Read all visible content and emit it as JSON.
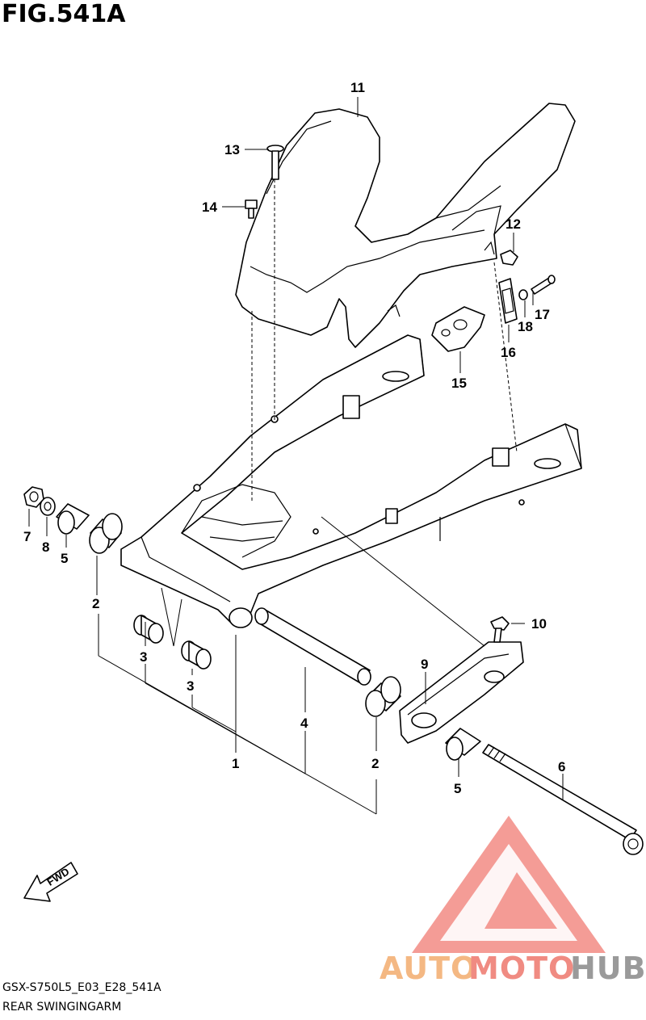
{
  "figure": {
    "title": "FIG.541A",
    "code": "GSX-S750L5_E03_E28_541A",
    "name": "REAR SWINGINGARM"
  },
  "direction_marker": "FWD",
  "part_labels": [
    {
      "id": "label-1",
      "text": "1"
    },
    {
      "id": "label-2a",
      "text": "2"
    },
    {
      "id": "label-2b",
      "text": "2"
    },
    {
      "id": "label-3a",
      "text": "3"
    },
    {
      "id": "label-3b",
      "text": "3"
    },
    {
      "id": "label-4",
      "text": "4"
    },
    {
      "id": "label-5a",
      "text": "5"
    },
    {
      "id": "label-5b",
      "text": "5"
    },
    {
      "id": "label-6",
      "text": "6"
    },
    {
      "id": "label-7",
      "text": "7"
    },
    {
      "id": "label-8",
      "text": "8"
    },
    {
      "id": "label-9",
      "text": "9"
    },
    {
      "id": "label-10",
      "text": "10"
    },
    {
      "id": "label-11",
      "text": "11"
    },
    {
      "id": "label-12",
      "text": "12"
    },
    {
      "id": "label-13",
      "text": "13"
    },
    {
      "id": "label-14",
      "text": "14"
    },
    {
      "id": "label-15",
      "text": "15"
    },
    {
      "id": "label-16",
      "text": "16"
    },
    {
      "id": "label-17",
      "text": "17"
    },
    {
      "id": "label-18",
      "text": "18"
    }
  ],
  "watermark": {
    "part1": "AUTO",
    "part2": "MOTO",
    "part3": "HUB",
    "color1": "#f4b883",
    "color2": "#f08b82",
    "color3": "#9a9a9a",
    "logo_color": "#f28b84"
  }
}
